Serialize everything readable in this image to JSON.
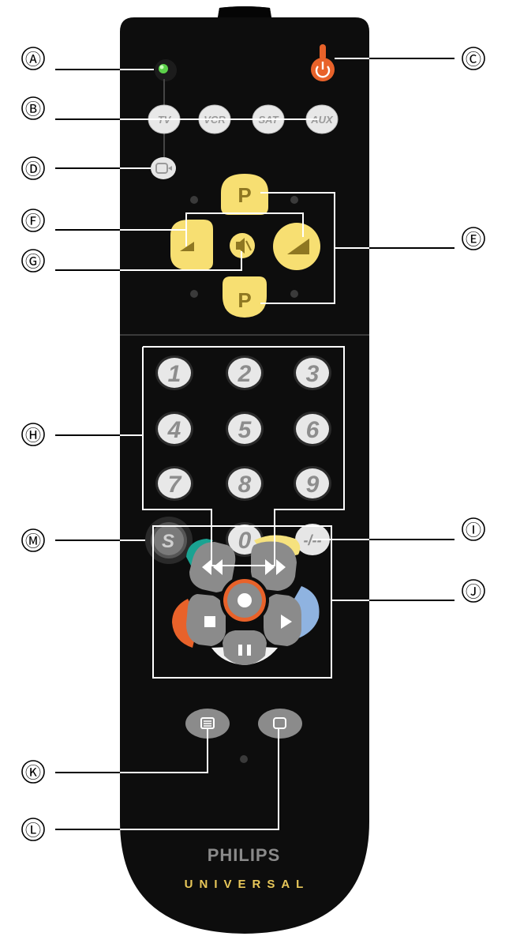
{
  "callouts": [
    {
      "letter": "Ⓐ",
      "side": "left",
      "target": "standby-led"
    },
    {
      "letter": "Ⓑ",
      "side": "left",
      "target": "source-keys"
    },
    {
      "letter": "Ⓒ",
      "side": "right",
      "target": "power-button"
    },
    {
      "letter": "Ⓓ",
      "side": "left",
      "target": "av-button"
    },
    {
      "letter": "Ⓔ",
      "side": "right",
      "target": "program-buttons"
    },
    {
      "letter": "Ⓕ",
      "side": "left",
      "target": "volume-buttons"
    },
    {
      "letter": "Ⓖ",
      "side": "left",
      "target": "mute-button"
    },
    {
      "letter": "Ⓗ",
      "side": "left",
      "target": "number-keys"
    },
    {
      "letter": "Ⓘ",
      "side": "right",
      "target": "digit-entry-button"
    },
    {
      "letter": "Ⓙ",
      "side": "right",
      "target": "playback-keys"
    },
    {
      "letter": "Ⓚ",
      "side": "left",
      "target": "teletext-button"
    },
    {
      "letter": "Ⓛ",
      "side": "left",
      "target": "menu-button"
    },
    {
      "letter": "Ⓜ",
      "side": "left",
      "target": "setup-button"
    }
  ],
  "remote": {
    "source_keys": [
      "TV",
      "VCR",
      "SAT",
      "AUX"
    ],
    "program_label": "P",
    "number_keys": [
      "1",
      "2",
      "3",
      "4",
      "5",
      "6",
      "7",
      "8",
      "9",
      "0"
    ],
    "digit_entry_label": "-/--",
    "setup_label": "S",
    "brand": "PHILIPS",
    "model": "UNIVERSAL"
  },
  "colors": {
    "body": "#0d0d0d",
    "yellow": "#f7df72",
    "power": "#e8622a",
    "led": "#5cd14a",
    "key_grey": "#e8e8e8",
    "teal": "#1aa392",
    "blue": "#8fb3e0",
    "orange": "#e8622a"
  }
}
